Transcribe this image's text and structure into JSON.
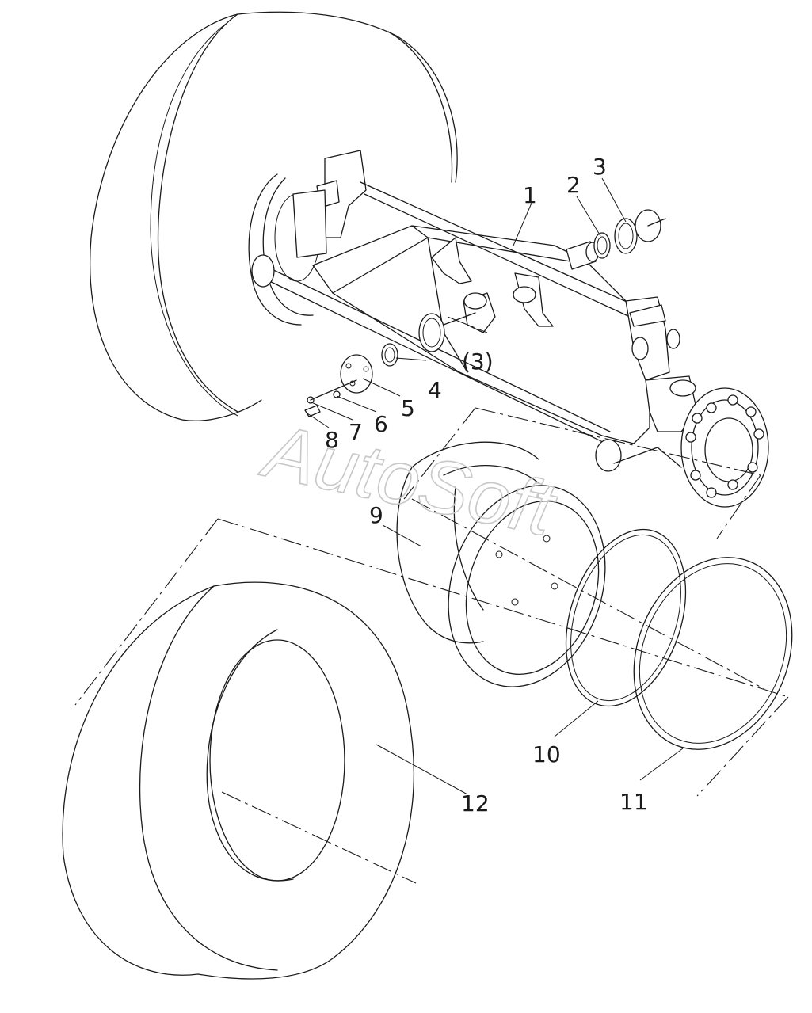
{
  "callouts": [
    {
      "id": "c1",
      "text": "1"
    },
    {
      "id": "c2",
      "text": "2"
    },
    {
      "id": "c3",
      "text": "3"
    },
    {
      "id": "c3b",
      "text": "(3)"
    },
    {
      "id": "c4",
      "text": "4"
    },
    {
      "id": "c5",
      "text": "5"
    },
    {
      "id": "c6",
      "text": "6"
    },
    {
      "id": "c7",
      "text": "7"
    },
    {
      "id": "c8",
      "text": "8"
    },
    {
      "id": "c9",
      "text": "9"
    },
    {
      "id": "c10",
      "text": "10"
    },
    {
      "id": "c11",
      "text": "11"
    },
    {
      "id": "c12",
      "text": "12"
    }
  ],
  "watermark": "AutoSoft",
  "colors": {
    "line": "#1a1a1a",
    "watermark": "#c8c8c8",
    "background": "#ffffff"
  }
}
